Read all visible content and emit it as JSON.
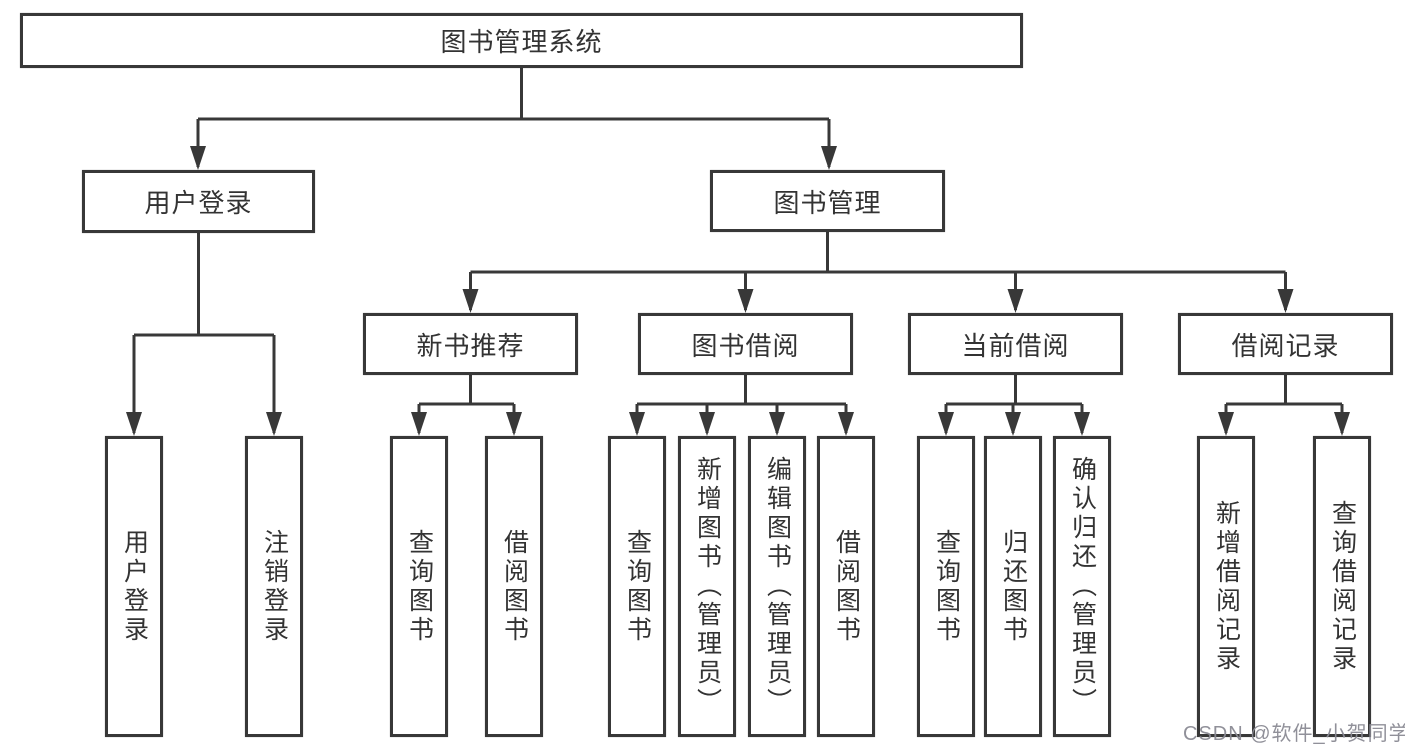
{
  "diagram": {
    "root_label": "图书管理系统",
    "branches": [
      {
        "label": "用户登录",
        "children": [
          {
            "label": "用户登录"
          },
          {
            "label": "注销登录"
          }
        ]
      },
      {
        "label": "图书管理",
        "children": [
          {
            "label": "新书推荐",
            "children": [
              {
                "label": "查询图书"
              },
              {
                "label": "借阅图书"
              }
            ]
          },
          {
            "label": "图书借阅",
            "children": [
              {
                "label": "查询图书"
              },
              {
                "label": "新增图书（管理员）"
              },
              {
                "label": "编辑图书（管理员）"
              },
              {
                "label": "借阅图书"
              }
            ]
          },
          {
            "label": "当前借阅",
            "children": [
              {
                "label": "查询图书"
              },
              {
                "label": "归还图书"
              },
              {
                "label": "确认归还（管理员）"
              }
            ]
          },
          {
            "label": "借阅记录",
            "children": [
              {
                "label": "新增借阅记录"
              },
              {
                "label": "查询借阅记录"
              }
            ]
          }
        ]
      }
    ]
  },
  "watermark": {
    "text": "CSDN @软件_小贺同学"
  },
  "colors": {
    "line": "#383838",
    "text": "#333333",
    "background": "#ffffff",
    "watermark": "#8a8a94"
  }
}
